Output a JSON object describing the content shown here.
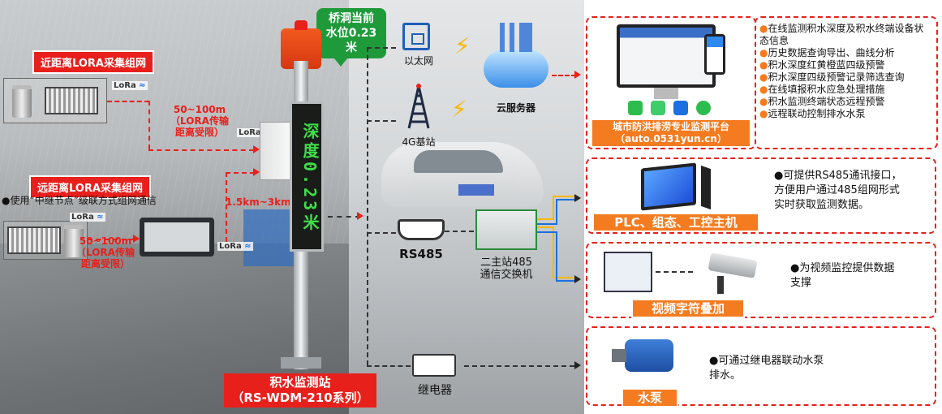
{
  "station": {
    "water_level_line1": "桥洞当前",
    "water_level_line2": "水位0.23米",
    "led_text": "深度0.23米",
    "name_line1": "积水监测站",
    "name_line2": "（RS-WDM-210系列）"
  },
  "near_lora": {
    "title": "近距离LORA采集组网",
    "distance_line1": "50~100m",
    "distance_line2": "（LORA传输",
    "distance_line3": "距离受限）",
    "lora_label": "LoRa"
  },
  "far_lora": {
    "title": "远距离LORA采集组网",
    "note": "●使用“中继节点”级联方式组网通信",
    "distance_line1": "50~100m",
    "distance_line2": "（LORA传输",
    "distance_line3": "距离受限）",
    "relay_distance": "1.5km~3km",
    "lora_label": "LoRa"
  },
  "network": {
    "ethernet": "以太网",
    "base_station": "4G基站",
    "cloud_server": "云服务器",
    "rs485": "RS485",
    "switch_line1": "二主站485",
    "switch_line2": "通信交换机",
    "relay": "继电器"
  },
  "platform": {
    "name_line1": "城市防洪排涝专业监测平台",
    "name_line2": "（auto.0531yun.cn）",
    "features": [
      "在线监测积水深度及积水终端设备状态信息",
      "历史数据查询导出、曲线分析",
      "积水深度红黄橙蓝四级预警",
      "积水深度四级预警记录筛选查询",
      "在线填报积水应急处理措施",
      "积水监测终端状态远程预警",
      "远程联动控制排水水泵"
    ]
  },
  "plc": {
    "name": "PLC、组态、工控主机",
    "desc_line1": "●可提供RS485通讯接口，",
    "desc_line2": "方便用户通过485组网形式",
    "desc_line3": "实时获取监测数据。"
  },
  "video": {
    "name": "视频字符叠加",
    "desc_line1": "●为视频监控提供数据",
    "desc_line2": "支撑"
  },
  "pump": {
    "name": "水泵",
    "desc_line1": "●可通过继电器联动水泵",
    "desc_line2": "排水。"
  },
  "colors": {
    "red": "#e8201c",
    "orange": "#f47b20",
    "green": "#1f9a3a",
    "blue": "#1f5fb8"
  }
}
